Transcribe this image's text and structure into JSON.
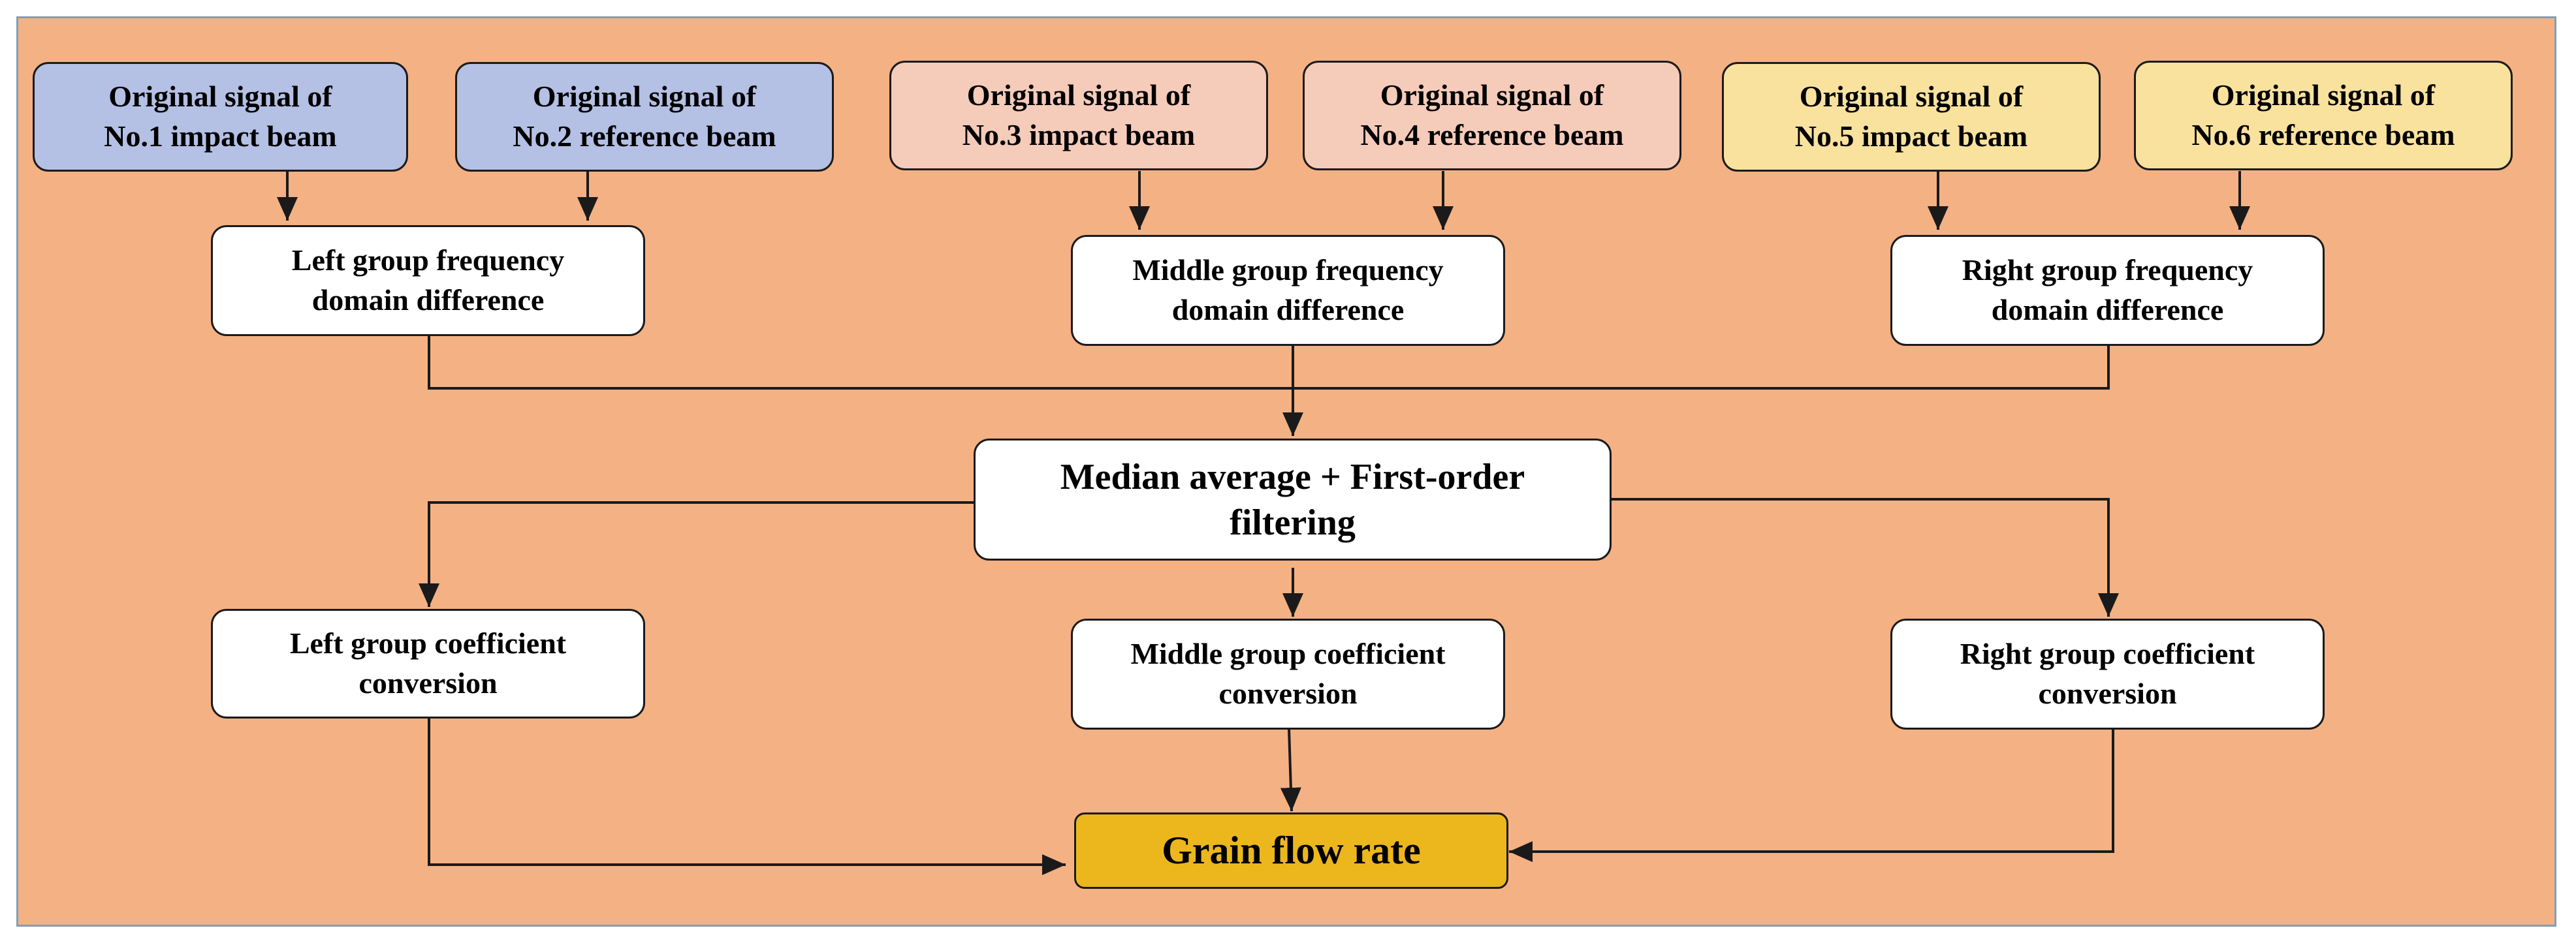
{
  "sources": [
    {
      "label": "Original signal of\nNo.1 impact beam"
    },
    {
      "label": "Original signal of\nNo.2 reference beam"
    },
    {
      "label": "Original signal of\nNo.3 impact beam"
    },
    {
      "label": "Original signal of\nNo.4 reference beam"
    },
    {
      "label": "Original signal of\nNo.5 impact beam"
    },
    {
      "label": "Original signal of\nNo.6 reference beam"
    }
  ],
  "differences": {
    "left": "Left group frequency\ndomain difference",
    "middle": "Middle group frequency\ndomain difference",
    "right": "Right group frequency\ndomain difference"
  },
  "median": "Median average + First-order\nfiltering",
  "conversions": {
    "left": "Left group coefficient\nconversion",
    "middle": "Middle group coefficient\nconversion",
    "right": "Right group coefficient\nconversion"
  },
  "result": "Grain flow rate",
  "colors": {
    "background": "#f4b183",
    "group_left": "#b4c0e4",
    "group_middle": "#f5cbba",
    "group_right": "#f9e29e",
    "result": "#ecb71c"
  }
}
